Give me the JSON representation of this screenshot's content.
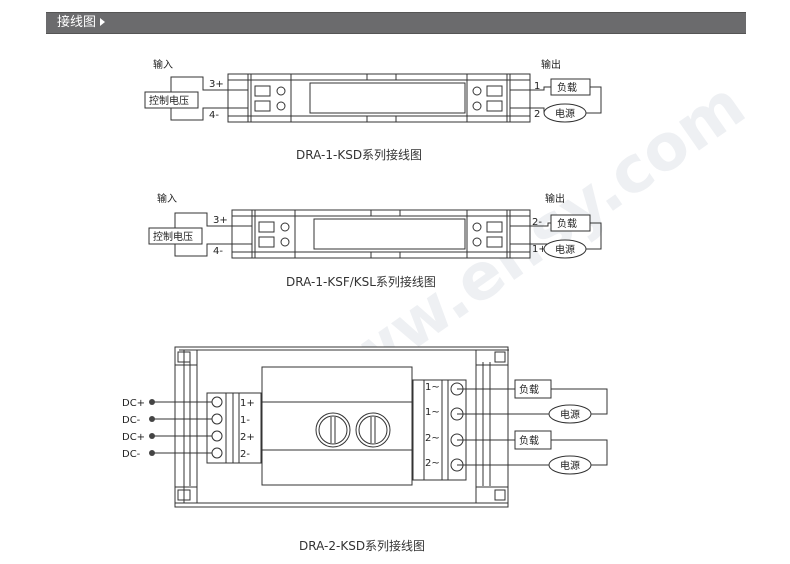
{
  "header": {
    "title": "接线图"
  },
  "watermark": "www.ehsy.com",
  "diagram1": {
    "input": "输入",
    "output": "输出",
    "control": "控制电压",
    "in_pos": "3+",
    "in_neg": "4-",
    "out_a": "1",
    "out_b": "2",
    "load": "负载",
    "power": "电源",
    "caption": "DRA-1-KSD系列接线图"
  },
  "diagram2": {
    "input": "输入",
    "output": "输出",
    "control": "控制电压",
    "in_pos": "3+",
    "in_neg": "4-",
    "out_a": "2-",
    "out_b": "1+",
    "load": "负载",
    "power": "电源",
    "caption": "DRA-1-KSF/KSL系列接线图"
  },
  "diagram3": {
    "dc": [
      "DC+",
      "DC-",
      "DC+",
      "DC-"
    ],
    "in_terms": [
      "1+",
      "1-",
      "2+",
      "2-"
    ],
    "out_terms": [
      "1~",
      "1~",
      "2~",
      "2~"
    ],
    "load": "负载",
    "power": "电源",
    "caption": "DRA-2-KSD系列接线图"
  }
}
